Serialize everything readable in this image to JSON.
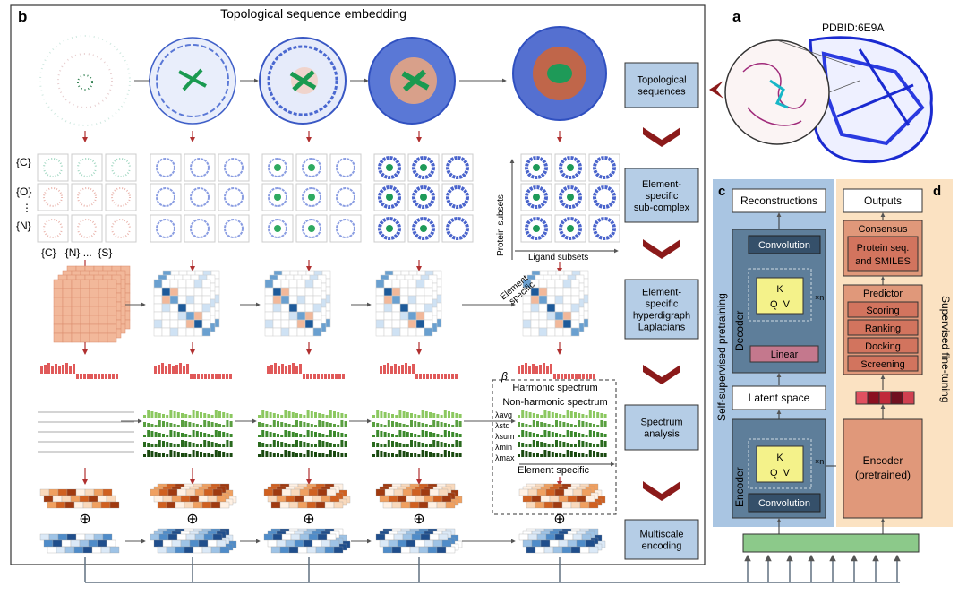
{
  "panels": {
    "a": "a",
    "b": "b",
    "c": "c",
    "d": "d"
  },
  "b_title": "Topological sequence embedding",
  "pdb_id": "PDBID:6E9A",
  "stage_boxes": [
    [
      "Topological",
      "sequences"
    ],
    [
      "Element-",
      "specific",
      "sub-complex"
    ],
    [
      "Element-",
      "specific",
      "hyperdigraph",
      "Laplacians"
    ],
    [
      "Spectrum",
      "analysis"
    ],
    [
      "Multiscale",
      "encoding"
    ]
  ],
  "element_rows": [
    "{C}",
    "{O}",
    "⋮",
    "{N}"
  ],
  "element_cols": "{C}   {N} ...  {S}",
  "protein_subsets": "Protein subsets",
  "ligand_subsets": "Ligand subsets",
  "element_specific": [
    "Element",
    "specific"
  ],
  "harmonic_spectrum": "Harmonic spectrum",
  "beta": "β",
  "nonharmonic_spectrum": "Non-harmonic spectrum",
  "lambdas": [
    "λavg",
    "λstd",
    "λsum",
    "λmin",
    "λmax"
  ],
  "element_specific_bottom": "Element specific",
  "oplus": "⊕",
  "c_panel": {
    "side_label": "Self-supervised pretraining",
    "reconstructions": "Reconstructions",
    "decoder": "Decoder",
    "convolution_top": "Convolution",
    "attn_k": "K",
    "attn_qv": "Q  V",
    "times_n": "×n",
    "linear": "Linear",
    "latent_space": "Latent space",
    "encoder": "Encoder",
    "convolution_bottom": "Convolution"
  },
  "d_panel": {
    "side_label": "Supervised fine-tuning",
    "outputs": "Outputs",
    "consensus": "Consensus",
    "protein_seq": [
      "Protein seq.",
      "and SMILES"
    ],
    "predictor": "Predictor",
    "tasks": [
      "Scoring",
      "Ranking",
      "Docking",
      "Screening"
    ],
    "encoder_pretrained": [
      "Encoder",
      "(pretrained)"
    ]
  },
  "colors": {
    "stage_box": "#b5cde6",
    "c_bg": "#a9c5e2",
    "d_bg": "#fbe2c2",
    "module": "#5e7e9a",
    "attention": "#f4f28a",
    "linear": "#c4788d",
    "encoder_d": "#e0987a",
    "task_box": "#d2745e",
    "input_bar": "#8cc98a",
    "chevron": "#8b1a1a",
    "arrow_red": "#b03030"
  }
}
